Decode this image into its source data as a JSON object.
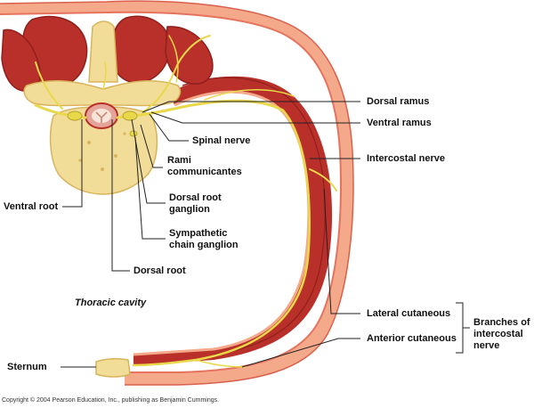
{
  "labels": {
    "dorsal_ramus": "Dorsal ramus",
    "ventral_ramus": "Ventral ramus",
    "spinal_nerve": "Spinal nerve",
    "rami_communicantes": [
      "Rami",
      "communicantes"
    ],
    "intercostal_nerve": "Intercostal nerve",
    "ventral_root": "Ventral root",
    "dorsal_root_ganglion": [
      "Dorsal root",
      "ganglion"
    ],
    "sympathetic_chain_ganglion": [
      "Sympathetic",
      "chain ganglion"
    ],
    "dorsal_root": "Dorsal root",
    "thoracic_cavity": "Thoracic cavity",
    "lateral_cutaneous": "Lateral cutaneous",
    "anterior_cutaneous": "Anterior cutaneous",
    "branches_of_intercostal_nerve": [
      "Branches of",
      "intercostal",
      "nerve"
    ],
    "sternum": "Sternum"
  },
  "copyright": "Copyright © 2004 Pearson Education, Inc., publishing as Benjamin Cummings.",
  "colors": {
    "skin": "#f3a98a",
    "skin_edge": "#e5735e",
    "muscle": "#b9302a",
    "muscle_dark": "#8f1f1c",
    "bone": "#f1dd98",
    "bone_dark": "#d8b45c",
    "nerve": "#e9d84a",
    "leader": "#222222"
  }
}
